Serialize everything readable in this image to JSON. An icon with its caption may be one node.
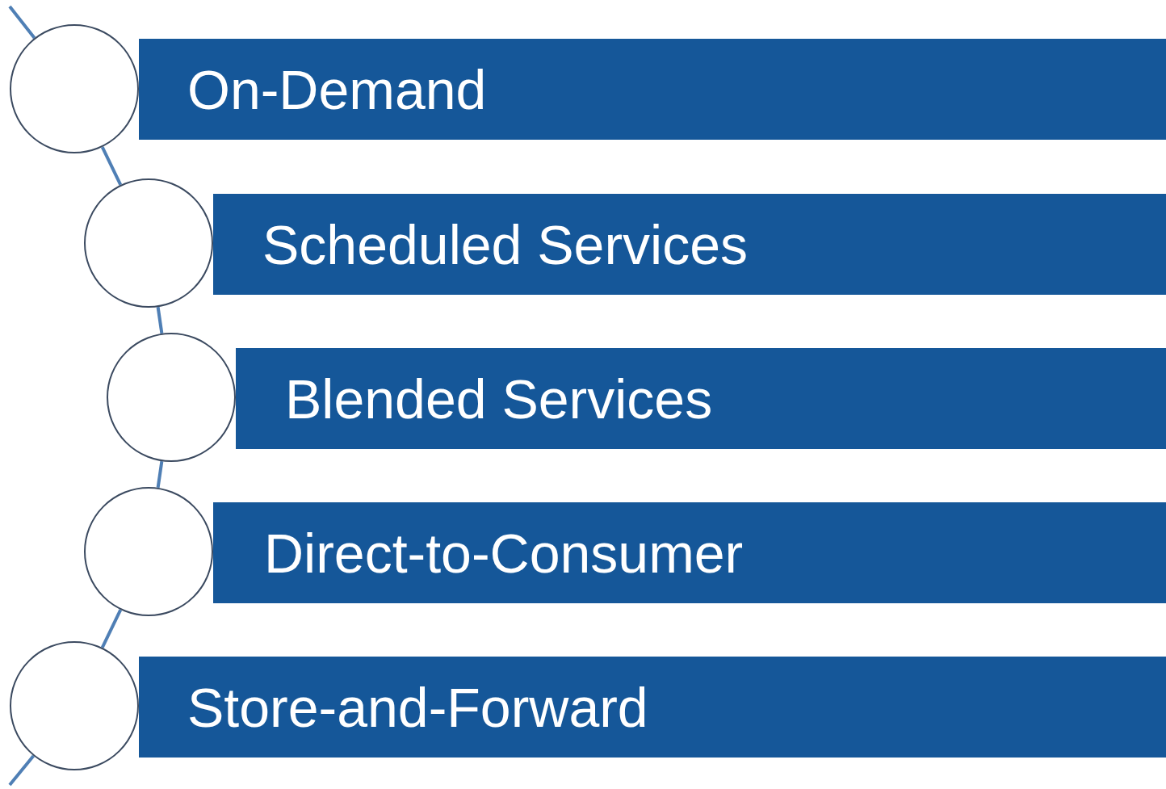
{
  "diagram": {
    "nodes": [
      {
        "text": [
          "On-Demand"
        ]
      },
      {
        "text": [
          "Scheduled Services"
        ]
      },
      {
        "text": [
          "Blended Services"
        ]
      },
      {
        "text": [
          "Direct-to-Consumer"
        ]
      },
      {
        "text": [
          "Store-and-Forward"
        ]
      },
      {
        "text": [],
        "shape": "circle"
      },
      {
        "text": [],
        "shape": "circle"
      },
      {
        "text": [],
        "shape": "circle"
      },
      {
        "text": [],
        "shape": "circle"
      },
      {
        "text": [],
        "shape": "circle"
      }
    ],
    "edges": [
      {
        "from": null,
        "to": 5,
        "arrow": "none"
      },
      {
        "from": 5,
        "to": 6,
        "arrow": "none"
      },
      {
        "from": 6,
        "to": 7,
        "arrow": "none"
      },
      {
        "from": 7,
        "to": 8,
        "arrow": "none"
      },
      {
        "from": 8,
        "to": 9,
        "arrow": "none"
      },
      {
        "from": 9,
        "to": null,
        "arrow": "none"
      }
    ]
  }
}
